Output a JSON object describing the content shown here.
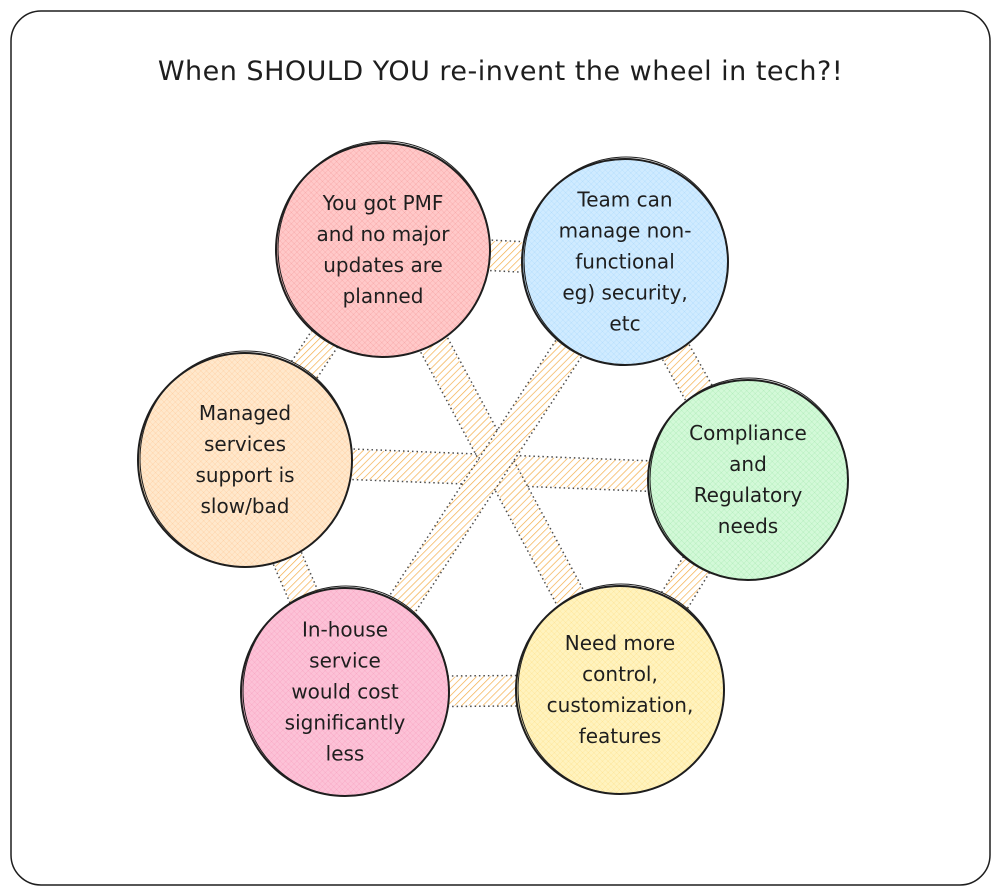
{
  "title": "When SHOULD YOU re-invent the wheel in tech?!",
  "colors": {
    "connector": "#f08c00",
    "stroke": "#1e1e1e"
  },
  "nodes": [
    {
      "id": "pmf",
      "lines": [
        "You got PMF",
        "and no major",
        "updates are",
        "planned"
      ],
      "color": "#ffc9c9",
      "hatch": "#e03131"
    },
    {
      "id": "team",
      "lines": [
        "Team can",
        "manage non-",
        "functional",
        "eg) security,",
        "etc"
      ],
      "color": "#d0ebff",
      "hatch": "#4dabf7"
    },
    {
      "id": "compliance",
      "lines": [
        "Compliance",
        "and",
        "Regulatory",
        "needs"
      ],
      "color": "#d3f9d8",
      "hatch": "#40c057"
    },
    {
      "id": "control",
      "lines": [
        "Need more",
        "control,",
        "customization,",
        "features"
      ],
      "color": "#fff3bf",
      "hatch": "#fab005"
    },
    {
      "id": "cost",
      "lines": [
        "In-house",
        "service",
        "would cost",
        "significantly",
        "less"
      ],
      "color": "#fcc2d7",
      "hatch": "#e64980"
    },
    {
      "id": "managed",
      "lines": [
        "Managed",
        "services",
        "support is",
        "slow/bad"
      ],
      "color": "#ffe8cc",
      "hatch": "#fd7e14"
    }
  ]
}
